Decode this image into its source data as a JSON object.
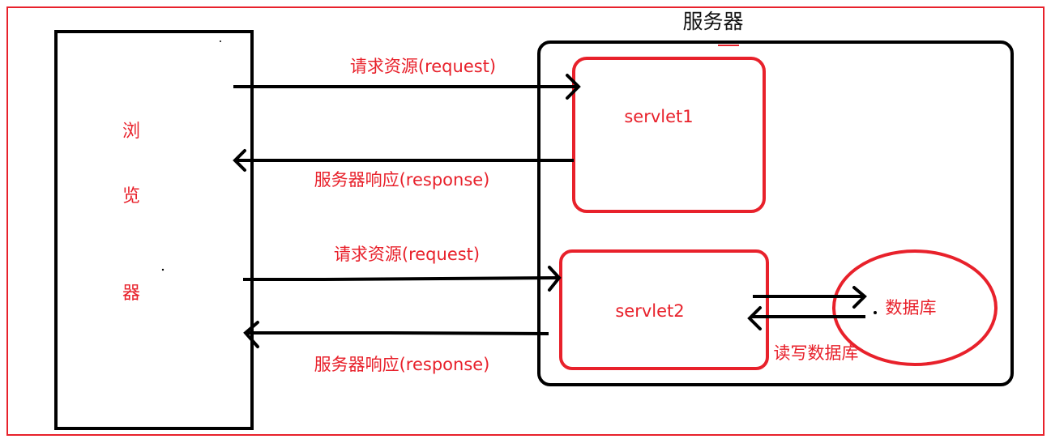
{
  "server": {
    "title": "服务器"
  },
  "browser": {
    "chars": [
      "浏",
      "览",
      "器"
    ]
  },
  "servlet1": {
    "label": "servlet1"
  },
  "servlet2": {
    "label": "servlet2"
  },
  "database": {
    "label": "数据库"
  },
  "arrows": {
    "request1": "请求资源(request)",
    "response1": "服务器响应(response)",
    "request2": "请求资源(request)",
    "response2": "服务器响应(response)",
    "db_rw": "读写数据库"
  },
  "colors": {
    "frame": "#e8212b",
    "accent": "#e8212b",
    "ink": "#000000"
  }
}
